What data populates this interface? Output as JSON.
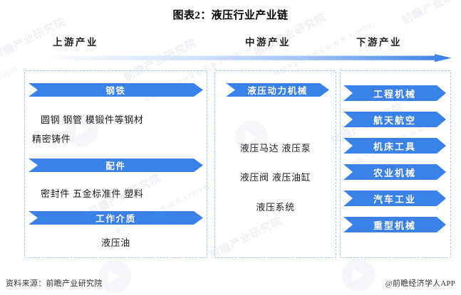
{
  "title": "图表2：液压行业产业链",
  "stages": [
    {
      "key": "upstream",
      "label": "上游产业"
    },
    {
      "key": "midstream",
      "label": "中游产业"
    },
    {
      "key": "downstream",
      "label": "下游产业"
    }
  ],
  "upstream": {
    "groups": [
      {
        "banner": "钢铁",
        "lines": [
          "圆钢  钢管  模锻件等钢材",
          "精密铸件"
        ]
      },
      {
        "banner": "配件",
        "lines": [
          "密封件  五金标准件  塑料"
        ]
      },
      {
        "banner": "工作介质",
        "lines": [
          "液压油"
        ]
      }
    ]
  },
  "midstream": {
    "banner": "液压动力机械",
    "lines": [
      "液压马达 液压泵",
      "液压阀 液压油缸",
      "液压系统"
    ]
  },
  "downstream": {
    "items": [
      "工程机械",
      "航天航空",
      "机床工具",
      "农业机械",
      "汽车工业",
      "重型机械"
    ]
  },
  "footer": {
    "source": "资料来源：前瞻产业研究院",
    "brand": "@前瞻经济学人APP"
  },
  "watermark": {
    "text": "前瞻产业研究院",
    "sub": "中国产业咨询领导者(股票:839599)",
    "code": "839599"
  },
  "colors": {
    "banner_blue": "#3a81e8",
    "panel_dash": "#a8c6f5",
    "arrow_end": "#3f82ea",
    "title_text": "#000000"
  }
}
